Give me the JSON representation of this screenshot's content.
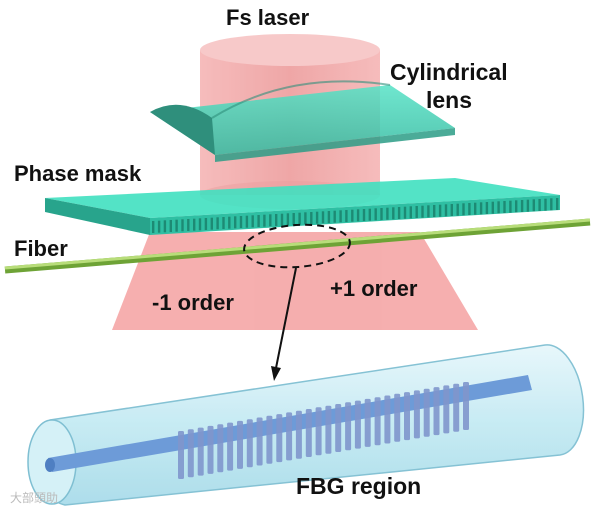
{
  "labels": {
    "fs_laser": "Fs laser",
    "cylindrical_lens_line1": "Cylindrical",
    "cylindrical_lens_line2": "lens",
    "phase_mask": "Phase mask",
    "fiber": "Fiber",
    "minus_one_order": "-1 order",
    "plus_one_order": "+1 order",
    "fbg_region": "FBG region"
  },
  "watermark": "大部頭助",
  "colors": {
    "laser_beam": "#f08a8a",
    "lens_top": "#3fd1b2",
    "lens_front": "#2f8f7c",
    "phase_mask": "#40e0c0",
    "fiber": "#8fc04a",
    "cladding": "#bfe9f2",
    "core": "#5f8fd0",
    "grating": "#7f96cc"
  }
}
